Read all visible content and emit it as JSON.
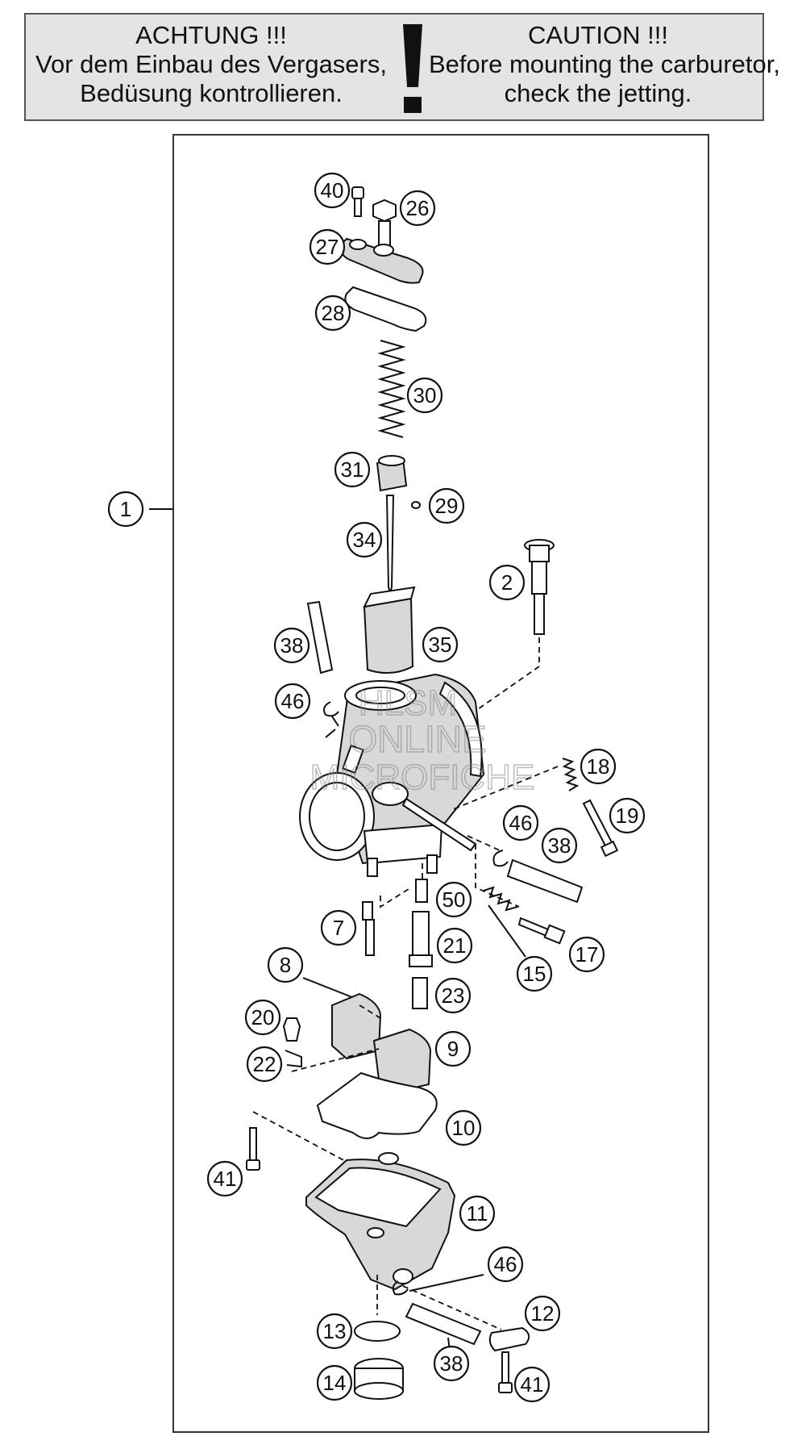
{
  "warning": {
    "german": {
      "title": "ACHTUNG !!!",
      "line1": "Vor dem Einbau des Vergasers,",
      "line2": "Bedüsung kontrollieren."
    },
    "english": {
      "title": "CAUTION !!!",
      "line1": "Before mounting the carburetor,",
      "line2": "check the jetting."
    },
    "mark": "!"
  },
  "watermark": {
    "line1": "HLSM",
    "line2": "ONLINE",
    "line3": "MICROFICHE"
  },
  "callouts": [
    "1",
    "2",
    "7",
    "8",
    "9",
    "10",
    "11",
    "12",
    "13",
    "14",
    "15",
    "17",
    "18",
    "19",
    "20",
    "21",
    "22",
    "23",
    "26",
    "27",
    "28",
    "29",
    "30",
    "31",
    "34",
    "35",
    "38",
    "38",
    "38",
    "40",
    "41",
    "41",
    "46",
    "46",
    "46",
    "50"
  ]
}
